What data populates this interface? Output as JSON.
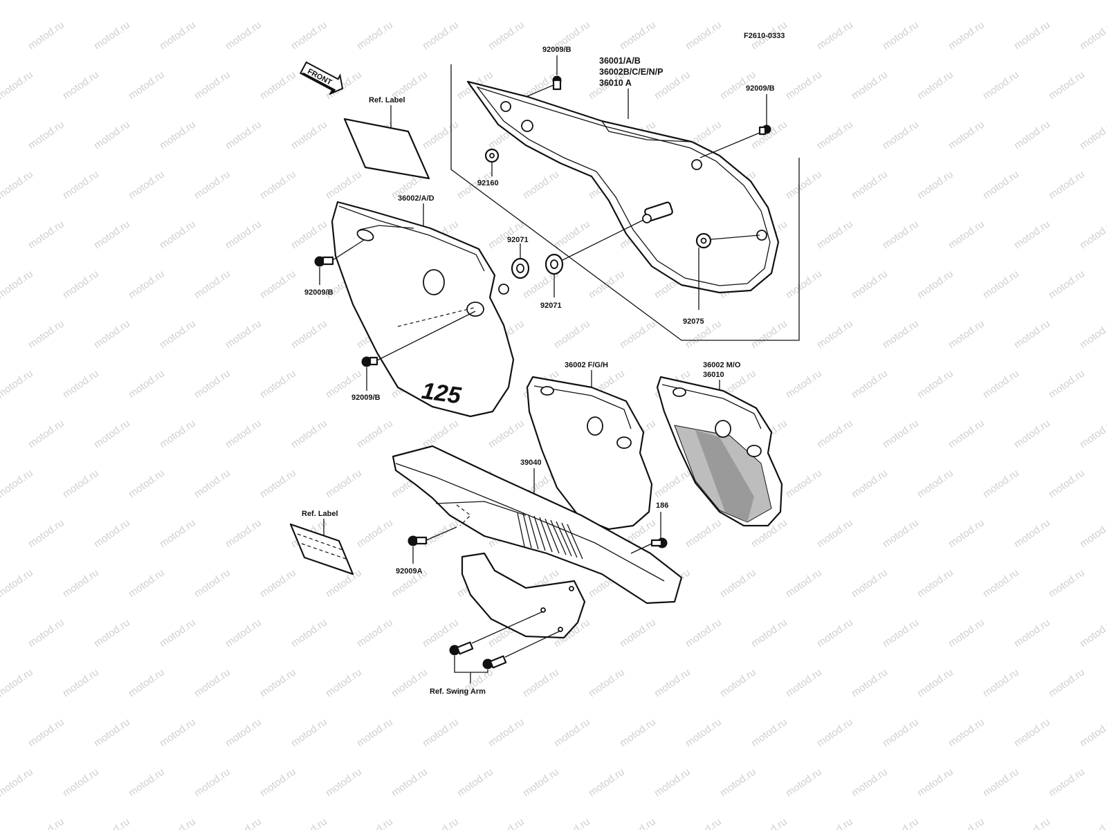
{
  "diagram": {
    "figure_code": "F2610-0333",
    "front_arrow": "FRONT",
    "watermark": "motod.ru",
    "labels": {
      "ref_label_top": "Ref. Label",
      "ref_label_bottom": "Ref. Label",
      "bolt_top_center": "92009/B",
      "rear_cover_parts": [
        "36001/A/B",
        "36002B/C/E/N/P",
        "36010 A"
      ],
      "bolt_top_right": "92009/B",
      "nut_92160": "92160",
      "left_cover_part": "36002/A/D",
      "grommet_left": "92071",
      "grommet_right": "92071",
      "bolt_left_upper": "92009/B",
      "bolt_left_lower": "92009/B",
      "nut_92075": "92075",
      "cover_fgh": "36002 F/G/H",
      "cover_mo": [
        "36002 M/O",
        "36010"
      ],
      "chain_guard": "39040",
      "bolt_186": "186",
      "bolt_92009a": "92009A",
      "ref_swing_arm": "Ref. Swing Arm",
      "cover_number": "125"
    }
  }
}
